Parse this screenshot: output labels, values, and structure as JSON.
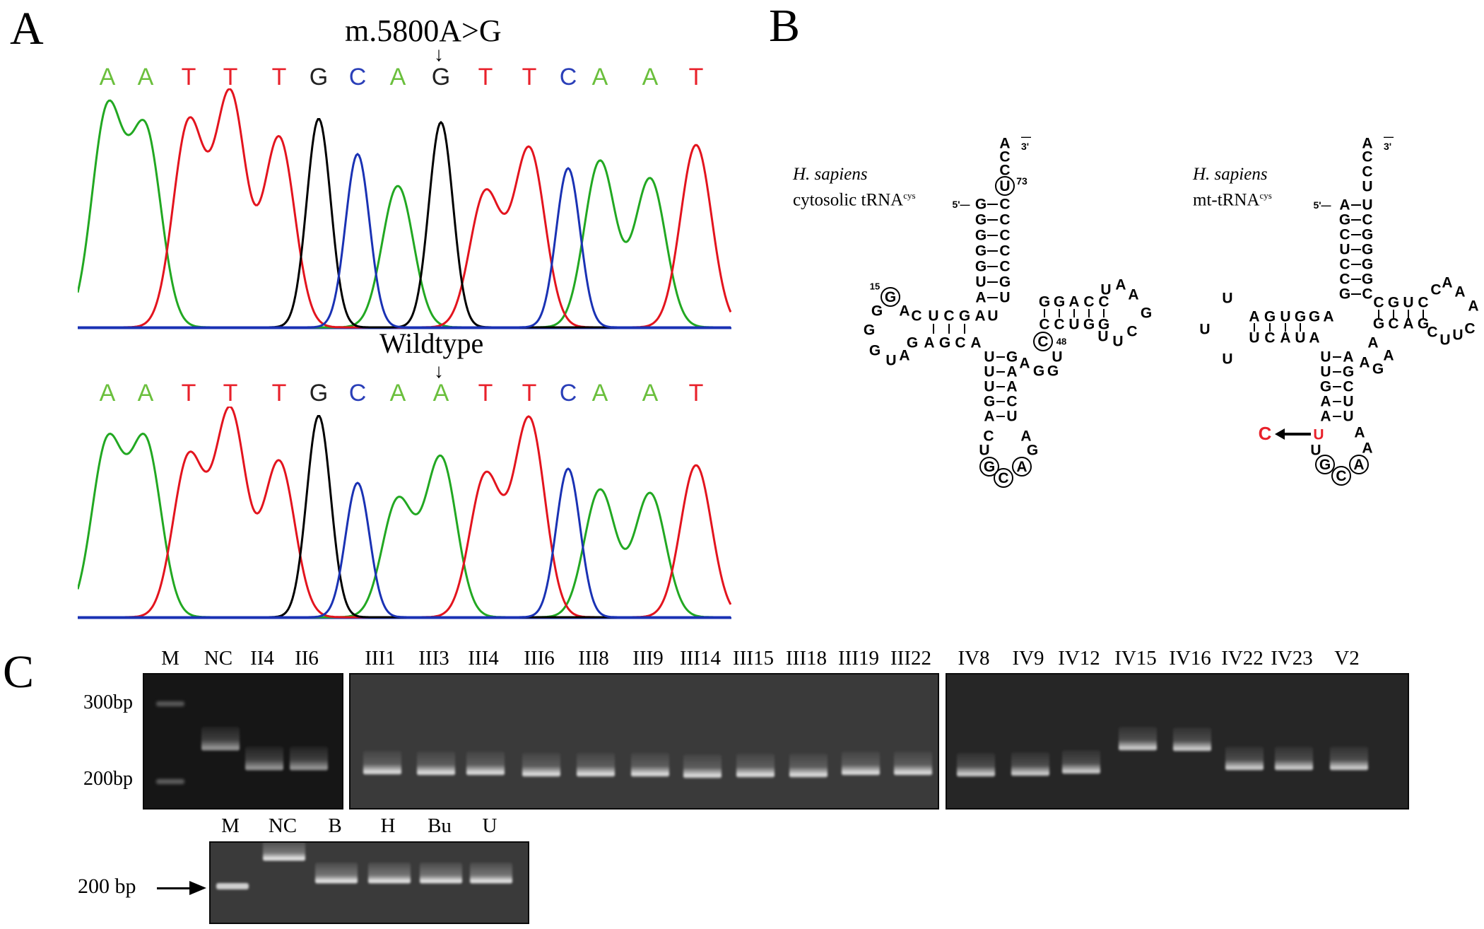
{
  "panels": {
    "A": {
      "label": "A",
      "mutant_title": "m.5800A>G",
      "wildtype_title": "Wildtype",
      "arrow_glyph": "↓",
      "mutant_sequence": [
        "A",
        "A",
        "T",
        "T",
        "T",
        "G",
        "C",
        "A",
        "G",
        "T",
        "T",
        "C",
        "A",
        "A",
        "T"
      ],
      "wildtype_sequence": [
        "A",
        "A",
        "T",
        "T",
        "T",
        "G",
        "C",
        "A",
        "A",
        "T",
        "T",
        "C",
        "A",
        "A",
        "T"
      ],
      "base_colors": {
        "A": "#6abf3c",
        "T": "#e8212b",
        "G": "#222222",
        "C": "#2a3fb8"
      },
      "trace_colors": {
        "A": "#22a822",
        "T": "#e3141e",
        "G": "#000000",
        "C": "#1a32b4"
      },
      "variant_position_index": 8
    },
    "B": {
      "label": "B",
      "cytosolic": {
        "species": "H. sapiens",
        "name": "cytosolic tRNA",
        "superscript": "cys",
        "five_prime": "5'",
        "three_prime": "3'",
        "numbers": {
          "n73": "73",
          "n15": "15",
          "n48": "48"
        }
      },
      "mito": {
        "species": "H. sapiens",
        "name": "mt-tRNA",
        "superscript": "cys",
        "five_prime": "5'",
        "three_prime": "3'",
        "mutation_from": "U",
        "mutation_to": "C",
        "mutation_color": "#e8212b"
      }
    },
    "C": {
      "label": "C",
      "gel_top": {
        "size_markers": [
          "300bp",
          "200bp"
        ],
        "groups": [
          {
            "lanes": [
              "M",
              "NC",
              "II4",
              "II6"
            ]
          },
          {
            "lanes": [
              "III1",
              "III3",
              "III4",
              "III6",
              "III8",
              "III9",
              "III14",
              "III15",
              "III18",
              "III19",
              "III22"
            ]
          },
          {
            "lanes": [
              "IV8",
              "IV9",
              "IV12",
              "IV15",
              "IV16",
              "IV22",
              "IV23",
              "V2"
            ]
          }
        ]
      },
      "gel_bottom": {
        "size_marker": "200 bp",
        "lanes": [
          "M",
          "NC",
          "B",
          "H",
          "Bu",
          "U"
        ]
      }
    }
  }
}
